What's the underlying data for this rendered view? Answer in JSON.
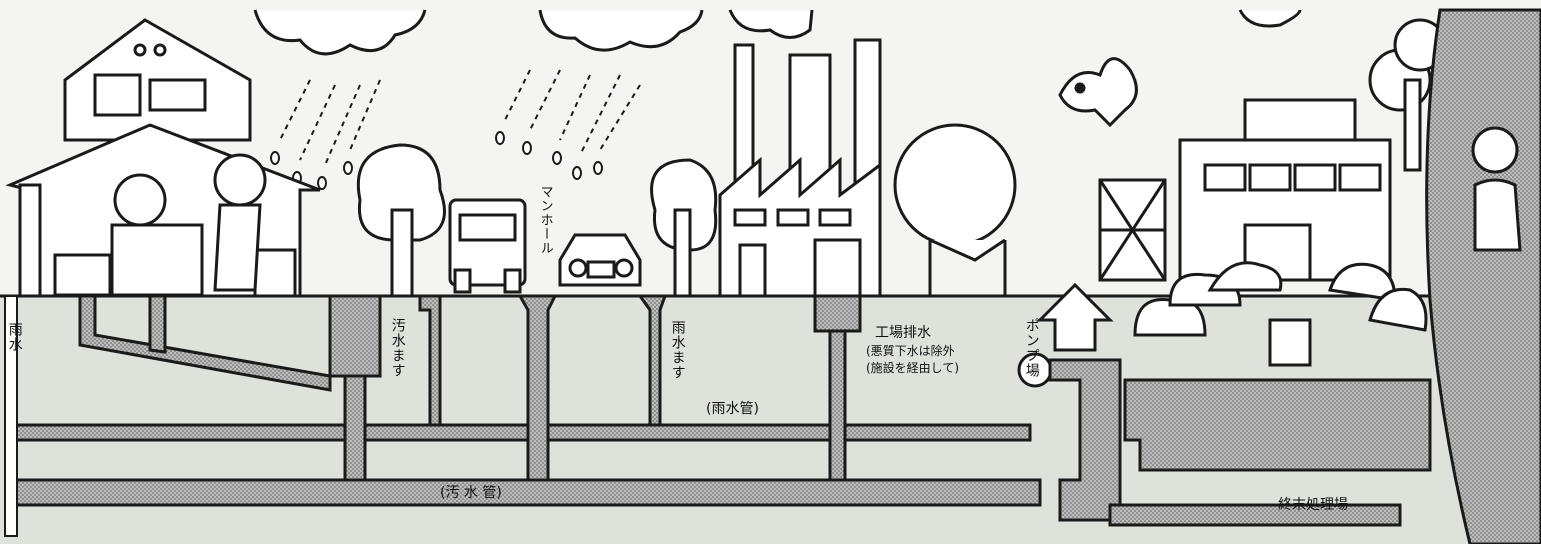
{
  "labels": {
    "rain_water": "雨水",
    "sewage_basin": "汚水ます",
    "manhole": "マンホール",
    "rain_basin": "雨水ます",
    "storm_pipe": "(雨水管)",
    "factory_drain": "工場排水",
    "factory_note_1": "(悪質下水は除外",
    "factory_note_2": "(施設を経由して)",
    "pump_station": "ポンプ場",
    "sewage_pipe": "(汚 水 管)",
    "treatment_plant": "終末処理場"
  },
  "colors": {
    "background": "#eef0ec",
    "ink": "#1a1a1a",
    "pipe_fill": "#a9a9a9",
    "ground": "#dcdfd8",
    "sky": "#f4f5f2"
  }
}
